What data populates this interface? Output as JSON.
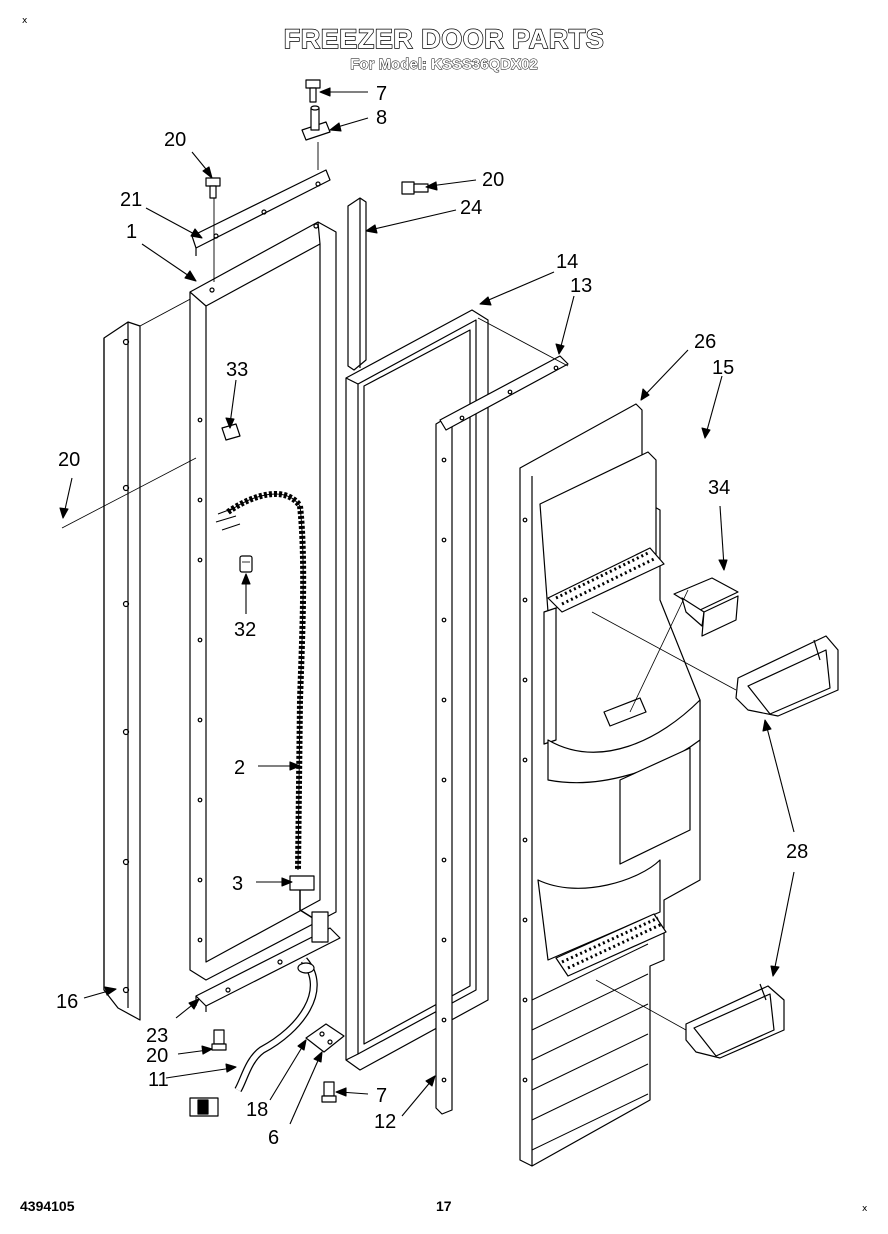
{
  "header": {
    "title": "FREEZER DOOR PARTS",
    "subtitle": "For Model: KSSS36QDX02"
  },
  "corners": {
    "top_left": "x",
    "bottom_right": "x"
  },
  "footer": {
    "doc_number": "4394105",
    "page_number": "17"
  },
  "callouts": [
    "7",
    "8",
    "20",
    "20",
    "21",
    "24",
    "1",
    "14",
    "13",
    "26",
    "15",
    "33",
    "20",
    "34",
    "32",
    "2",
    "28",
    "3",
    "16",
    "23",
    "20",
    "11",
    "18",
    "7",
    "6",
    "12"
  ]
}
